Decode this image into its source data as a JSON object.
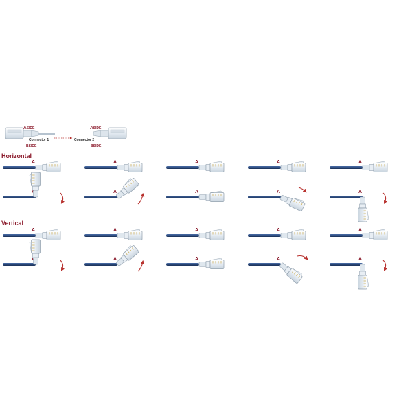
{
  "legend": {
    "connector1": {
      "aside_big": "A",
      "aside_small": "SIDE",
      "bside_big": "B",
      "bside_small": "SIDE",
      "label": "Connector 1"
    },
    "connector2": {
      "aside_big": "A",
      "aside_small": "SIDE",
      "bside_big": "B",
      "bside_small": "SIDE",
      "label": "Connector 2"
    }
  },
  "sections": [
    {
      "title": "Horizontal",
      "rows": [
        {
          "cells": [
            {
              "label": "A",
              "pose": "straight"
            },
            {
              "label": "A",
              "pose": "straight"
            },
            {
              "label": "A",
              "pose": "straight"
            },
            {
              "label": "A",
              "pose": "straight"
            },
            {
              "label": "A",
              "pose": "straight"
            }
          ]
        },
        {
          "cells": [
            {
              "label": "A",
              "pose": "up-90"
            },
            {
              "label": "A",
              "pose": "up-45"
            },
            {
              "label": "A",
              "pose": "straight"
            },
            {
              "label": "A",
              "pose": "down-30"
            },
            {
              "label": "A",
              "pose": "down-90"
            }
          ]
        }
      ]
    },
    {
      "title": "Vertical",
      "rows": [
        {
          "cells": [
            {
              "label": "A",
              "pose": "straight"
            },
            {
              "label": "A",
              "pose": "straight"
            },
            {
              "label": "A",
              "pose": "straight"
            },
            {
              "label": "A",
              "pose": "straight"
            },
            {
              "label": "A",
              "pose": "straight"
            }
          ]
        },
        {
          "cells": [
            {
              "label": "A",
              "pose": "up-90"
            },
            {
              "label": "A",
              "pose": "up-45"
            },
            {
              "label": "A",
              "pose": "straight"
            },
            {
              "label": "A",
              "pose": "down-45"
            },
            {
              "label": "A",
              "pose": "down-90"
            }
          ]
        }
      ]
    }
  ],
  "colors": {
    "cable": "#2c4a7c",
    "accent": "#8b1a2b",
    "connector_fill": "#eef3f7",
    "connector_stroke": "#9aa8b5"
  }
}
